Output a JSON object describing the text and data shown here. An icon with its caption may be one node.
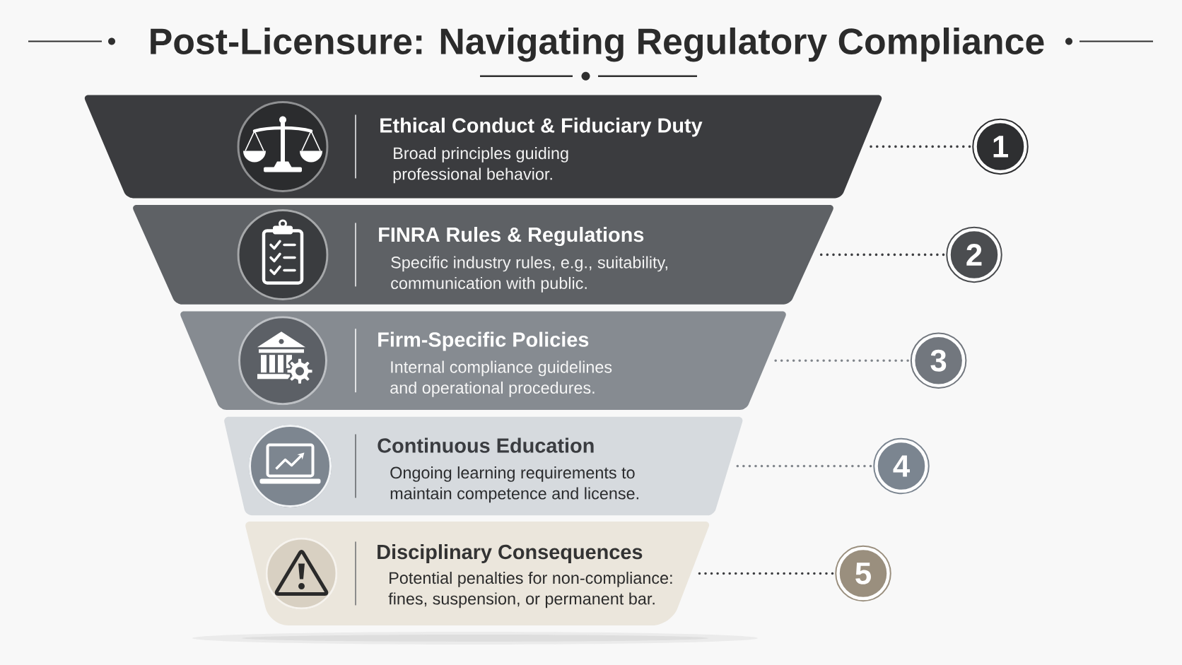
{
  "diagram": {
    "title": "Post-Licensure: Navigating Regulatory Compliance",
    "nodes": [
      {
        "text": [
          "Ethical Conduct & Fiduciary Duty",
          "Broad principles guiding professional behavior."
        ]
      },
      {
        "text": [
          "FINRA Rules & Regulations",
          "Specific industry rules, e.g., suitability, communication with public."
        ]
      },
      {
        "text": [
          "Firm-Specific Policies",
          "Internal compliance guidelines and operational procedures."
        ]
      },
      {
        "text": [
          "Continuous Education",
          "Ongoing learning requirements to maintain competence and license."
        ]
      },
      {
        "text": [
          "Disciplinary Consequences",
          "Potential penalties for non-compliance: fines, suspension, or permanent bar."
        ]
      },
      {
        "text": [
          "1"
        ]
      },
      {
        "text": [
          "2"
        ]
      },
      {
        "text": [
          "3"
        ]
      },
      {
        "text": [
          "4"
        ]
      },
      {
        "text": [
          "5"
        ]
      }
    ],
    "edges": [
      {
        "from": 5,
        "to": 0,
        "arrow": "none"
      },
      {
        "from": 6,
        "to": 1,
        "arrow": "none"
      },
      {
        "from": 7,
        "to": 2,
        "arrow": "none",
        "color": "#80858b"
      },
      {
        "from": 8,
        "to": 3,
        "arrow": "none",
        "color": "#80858b"
      },
      {
        "from": 9,
        "to": 4,
        "arrow": "none"
      }
    ]
  }
}
